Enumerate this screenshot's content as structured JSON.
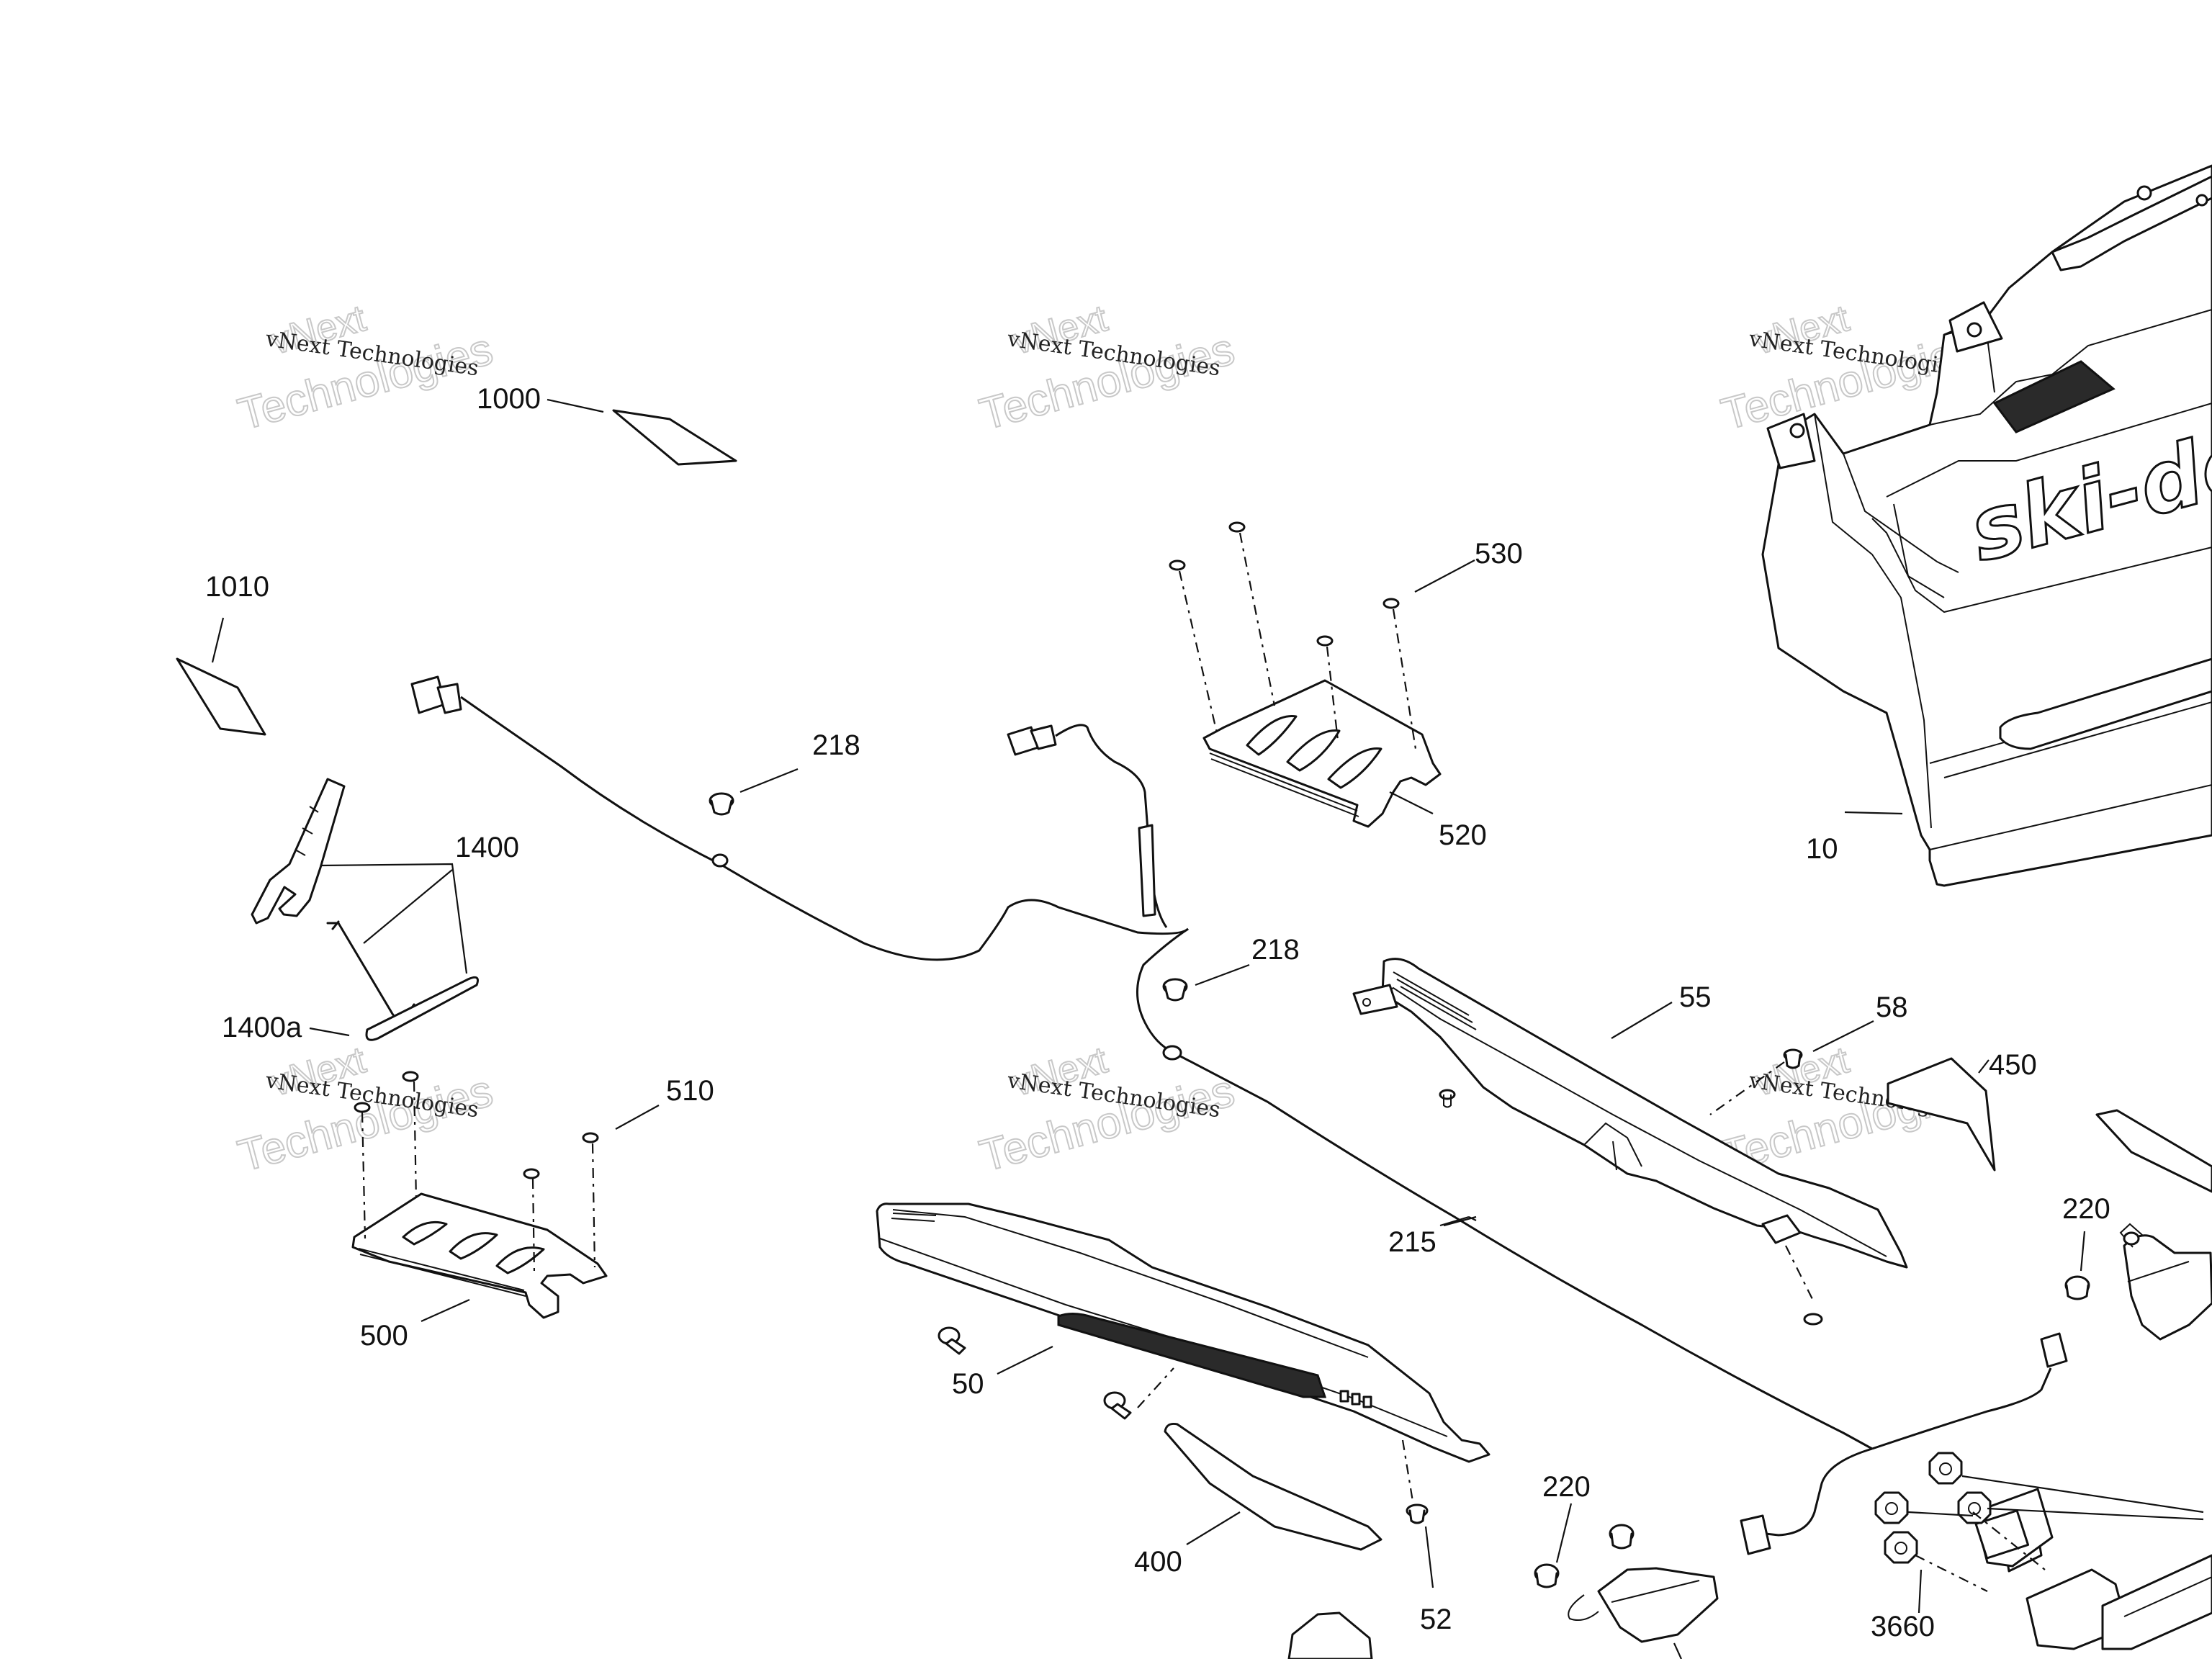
{
  "watermark": {
    "line_small": "vNext Technologies",
    "line_top": "vNext",
    "line_bottom": "Technologies"
  },
  "logo_text": "ski-doo",
  "callouts": {
    "c1000": "1000",
    "c1010": "1010",
    "c1400": "1400",
    "c1400a": "1400a",
    "c500": "500",
    "c510": "510",
    "c218a": "218",
    "c218b": "218",
    "c530": "530",
    "c520": "520",
    "c10": "10",
    "c55": "55",
    "c58": "58",
    "c450": "450",
    "c215": "215",
    "c50": "50",
    "c400": "400",
    "c52": "52",
    "c220a": "220",
    "c220b": "220",
    "c3660": "3660"
  }
}
